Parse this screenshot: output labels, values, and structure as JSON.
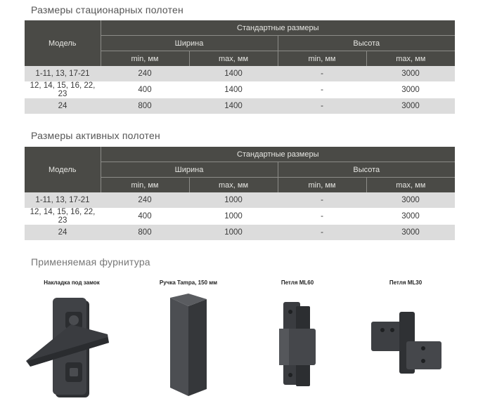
{
  "colors": {
    "header_bg": "#4a4a46",
    "row_stripe": "#dcdcdc",
    "hardware": "#3b3d40"
  },
  "headers": {
    "model": "Модель",
    "standard": "Стандартные размеры",
    "width": "Ширина",
    "height": "Высота",
    "min": "min, мм",
    "max": "max, мм"
  },
  "stationary": {
    "title": "Размеры стационарных полотен",
    "rows": [
      {
        "model": "1-11, 13, 17-21",
        "w_min": "240",
        "w_max": "1400",
        "h_min": "-",
        "h_max": "3000"
      },
      {
        "model": "12, 14, 15, 16, 22, 23",
        "w_min": "400",
        "w_max": "1400",
        "h_min": "-",
        "h_max": "3000"
      },
      {
        "model": "24",
        "w_min": "800",
        "w_max": "1400",
        "h_min": "-",
        "h_max": "3000"
      }
    ]
  },
  "active": {
    "title": "Размеры активных полотен",
    "rows": [
      {
        "model": "1-11, 13, 17-21",
        "w_min": "240",
        "w_max": "1000",
        "h_min": "-",
        "h_max": "3000"
      },
      {
        "model": "12, 14, 15, 16, 22, 23",
        "w_min": "400",
        "w_max": "1000",
        "h_min": "-",
        "h_max": "3000"
      },
      {
        "model": "24",
        "w_min": "800",
        "w_max": "1000",
        "h_min": "-",
        "h_max": "3000"
      }
    ]
  },
  "hardware": {
    "title": "Применяемая фурнитура",
    "items": [
      {
        "label": "Накладка под замок",
        "icon": "lock-plate-icon"
      },
      {
        "label": "Ручка Tampa, 150 мм",
        "icon": "tampa-handle-icon"
      },
      {
        "label": "Петля ML60",
        "icon": "hinge-ml60-icon"
      },
      {
        "label": "Петля ML30",
        "icon": "hinge-ml30-icon"
      }
    ]
  }
}
